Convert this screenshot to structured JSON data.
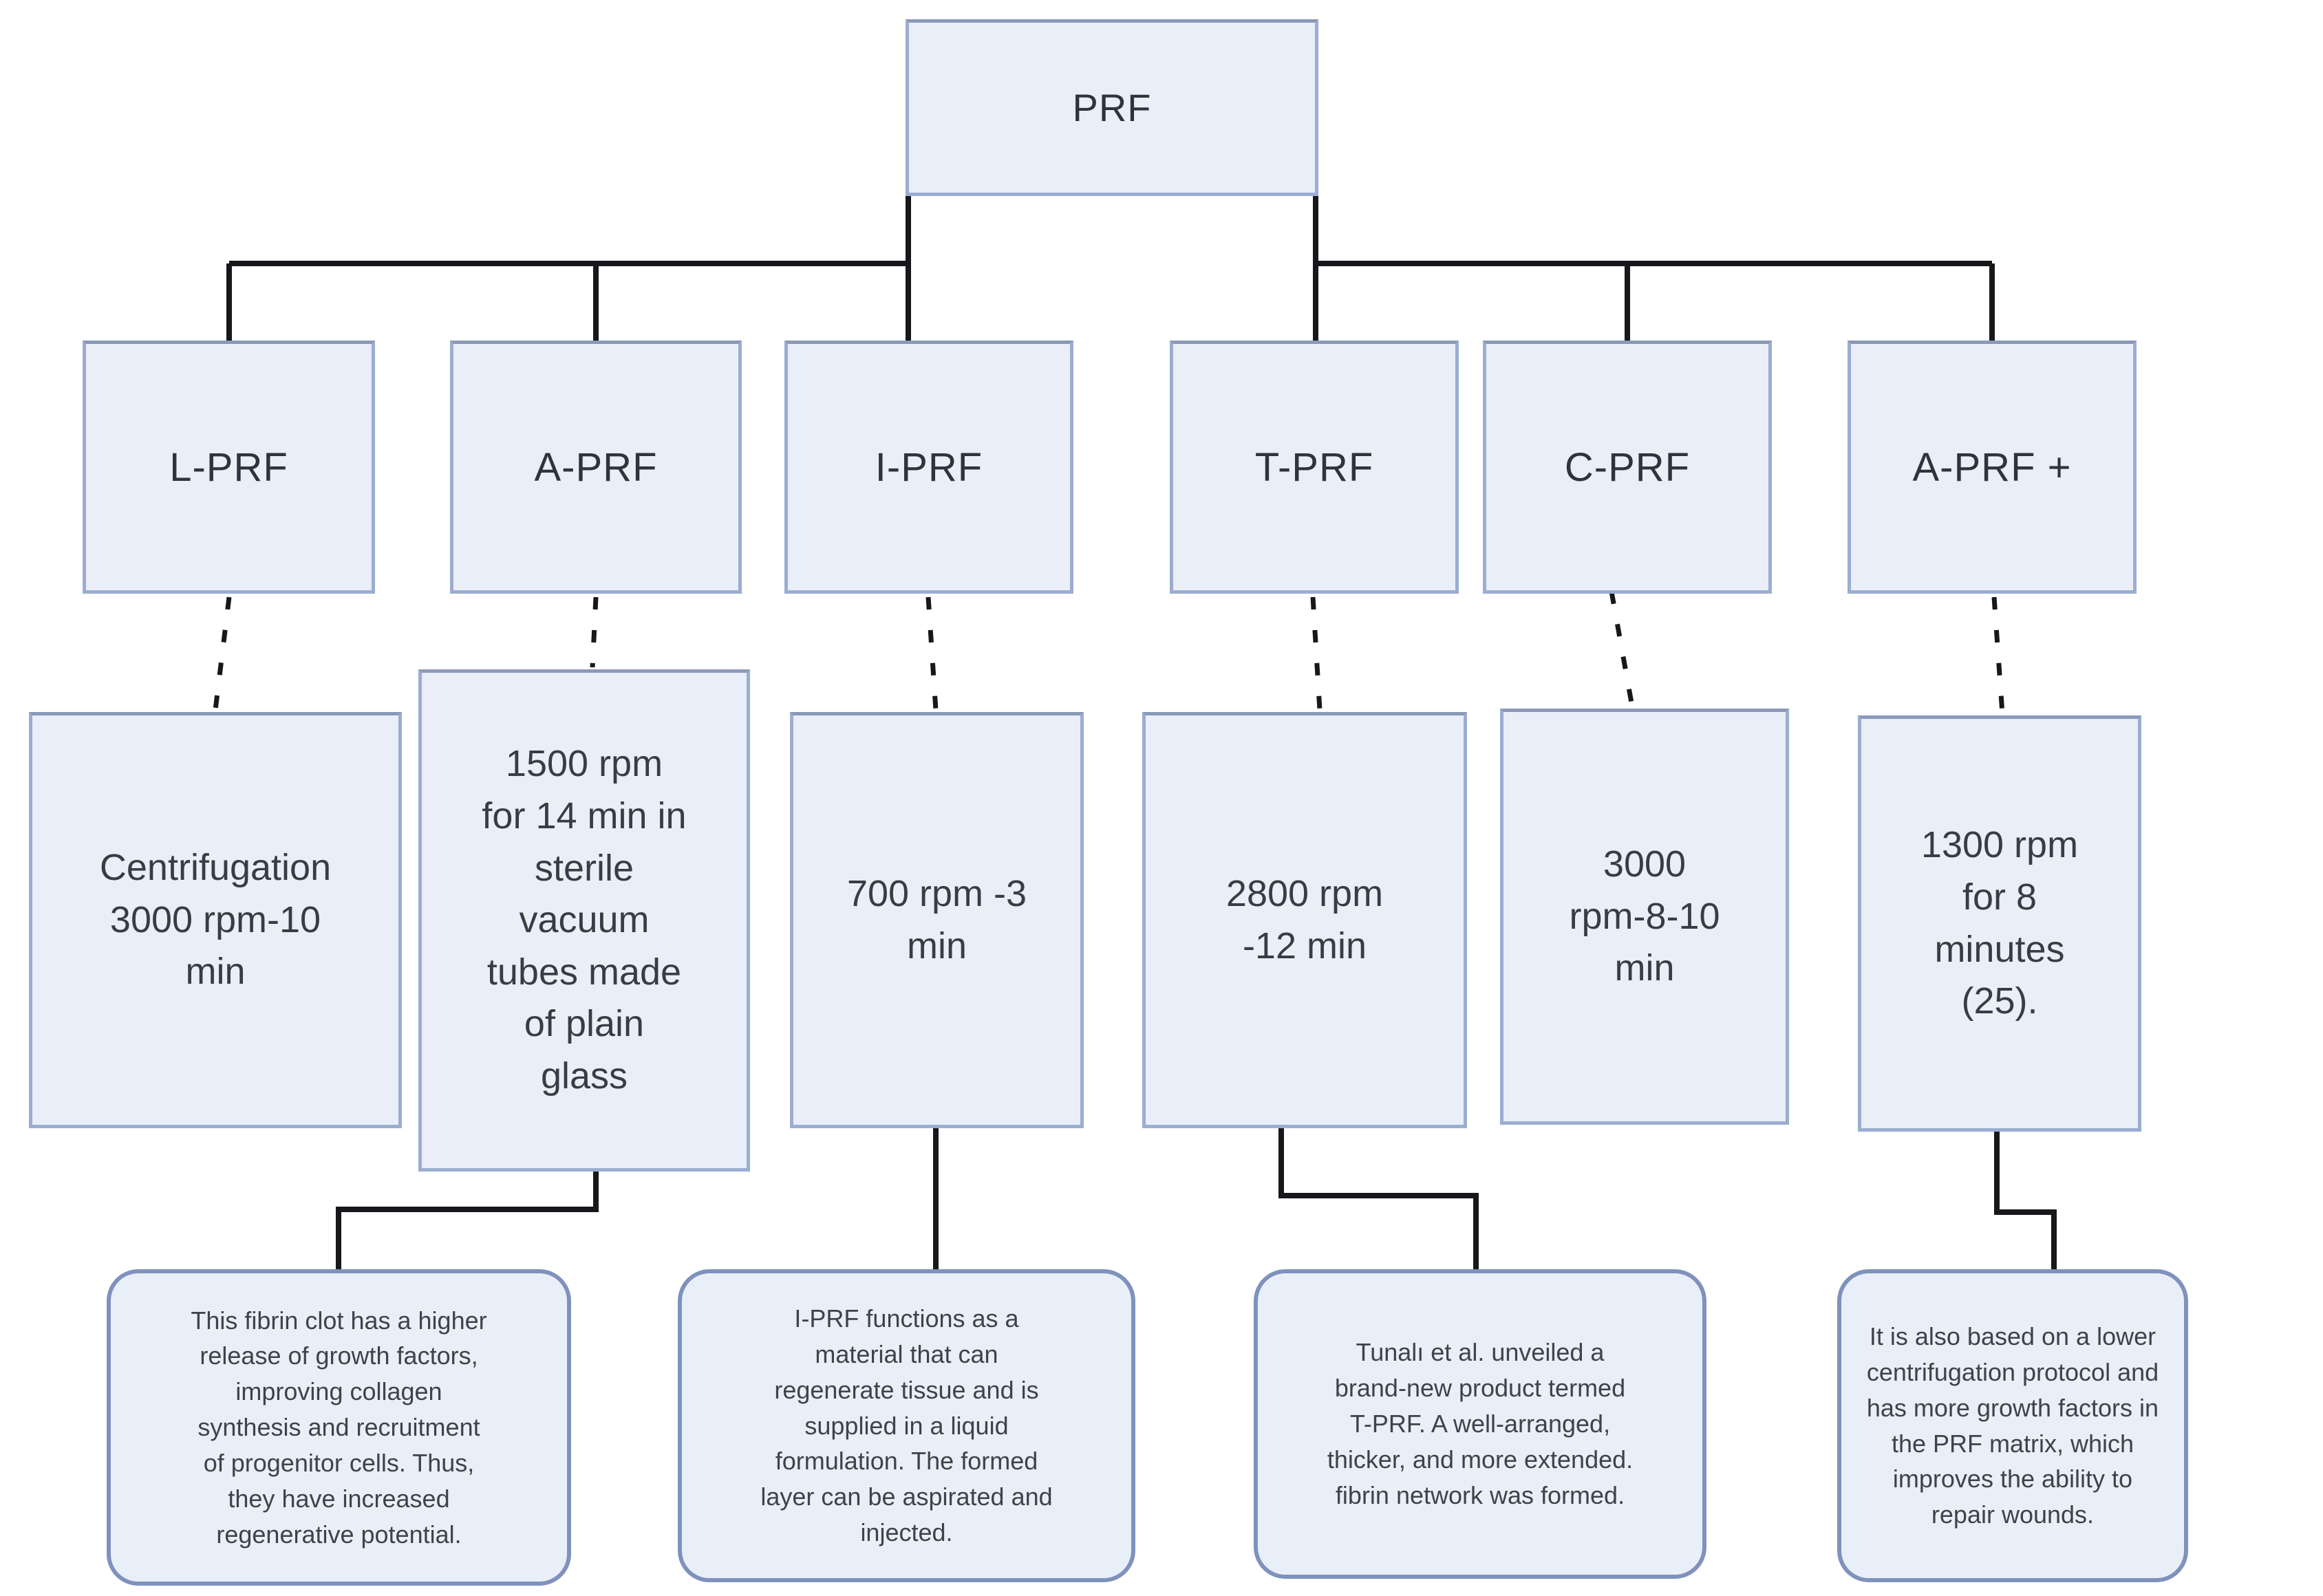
{
  "diagram": {
    "root": {
      "label": "PRF"
    },
    "branches": [
      {
        "label": "L-PRF",
        "protocol": "Centrifugation\n3000 rpm-10\nmin",
        "description": ""
      },
      {
        "label": "A-PRF",
        "protocol": "1500 rpm\nfor 14 min in\nsterile\nvacuum\ntubes made\nof plain\nglass",
        "description": "This fibrin clot has a higher\nrelease of growth factors,\nimproving collagen\nsynthesis and recruitment\nof progenitor cells. Thus,\nthey have increased\nregenerative potential."
      },
      {
        "label": "I-PRF",
        "protocol": "700 rpm -3\nmin",
        "description": "I-PRF functions as a\nmaterial that can\nregenerate tissue and is\nsupplied in a liquid\nformulation. The formed\nlayer can be aspirated and\ninjected."
      },
      {
        "label": "T-PRF",
        "protocol": "2800 rpm\n-12 min",
        "description": "Tunalı et al. unveiled a\nbrand-new product termed\nT-PRF. A well-arranged,\nthicker, and more extended.\nfibrin network was formed."
      },
      {
        "label": "C-PRF",
        "protocol": "3000\nrpm-8-10\nmin",
        "description": ""
      },
      {
        "label": "A-PRF +",
        "protocol": "1300 rpm\nfor 8\nminutes\n(25).",
        "description": "It is also based on a lower\ncentrifugation protocol and\nhas more growth factors in\nthe PRF matrix, which\nimproves the ability to\nrepair wounds."
      }
    ],
    "colors": {
      "box_fill": "#e9eef9",
      "box_border": "#9badd0",
      "note_border": "#7f92bd",
      "connector": "#16181b",
      "text": "#2f343a"
    }
  }
}
